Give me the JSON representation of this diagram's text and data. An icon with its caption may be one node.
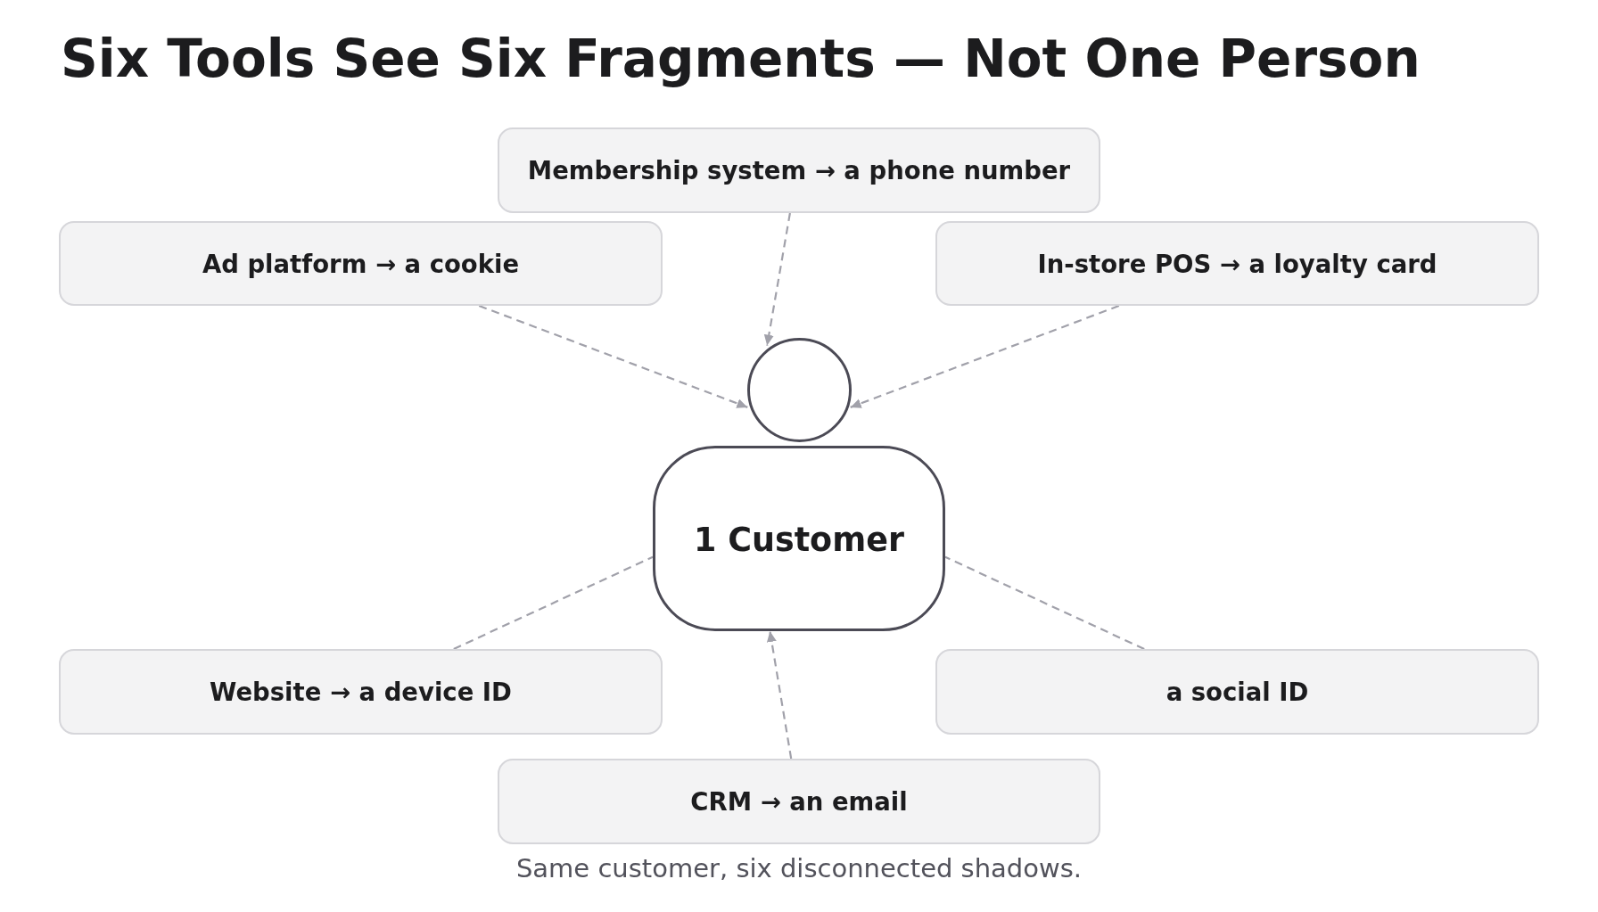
{
  "diagram": {
    "title": "Six Tools See Six Fragments — Not One Person",
    "nodes": [
      {
        "text": [
          "Membership system → a phone number"
        ]
      },
      {
        "text": [
          "Ad platform → a cookie"
        ]
      },
      {
        "text": [
          "In-store POS → a loyalty card"
        ]
      },
      {
        "text": [
          "1 Customer"
        ]
      },
      {
        "text": [
          "Website → a device ID"
        ]
      },
      {
        "text": [
          "a social ID"
        ]
      },
      {
        "text": [
          "CRM → an email"
        ]
      }
    ],
    "edges": [
      {
        "from": 0,
        "to": 3,
        "arrow": "to",
        "style": "dashed"
      },
      {
        "from": 1,
        "to": 3,
        "arrow": "to",
        "style": "dashed"
      },
      {
        "from": 2,
        "to": 3,
        "arrow": "to",
        "style": "dashed"
      },
      {
        "from": 4,
        "to": 3,
        "arrow": "none",
        "style": "dashed"
      },
      {
        "from": 5,
        "to": 3,
        "arrow": "none",
        "style": "dashed"
      },
      {
        "from": 6,
        "to": 3,
        "arrow": "to",
        "style": "dashed"
      }
    ],
    "caption": "Same customer, six disconnected shadows."
  }
}
